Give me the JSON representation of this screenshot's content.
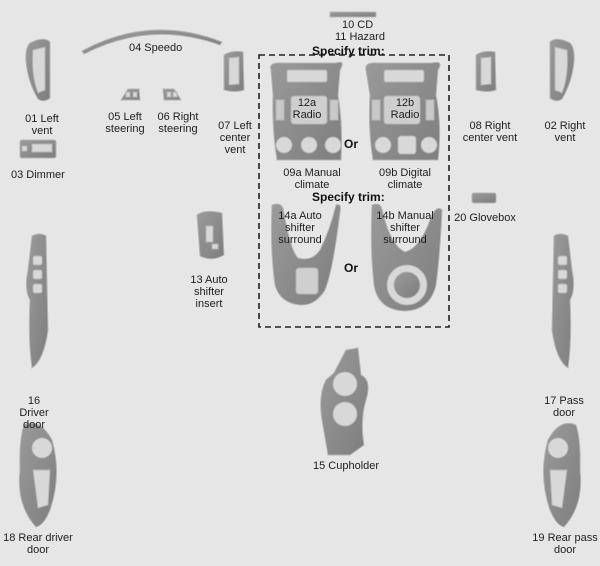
{
  "colors": {
    "background": "#e6e6e6",
    "part_fill": "#8e8e8e",
    "part_stroke": "#b9b9b9",
    "box_border": "#222222"
  },
  "parts": {
    "left_vent": "01 Left vent",
    "right_vent": "02 Right vent",
    "dimmer": "03 Dimmer",
    "speedo": "04 Speedo",
    "left_steering": "05 Left steering",
    "right_steering": "06 Right steering",
    "left_center_vent": "07 Left center vent",
    "right_center_vent": "08 Right center vent",
    "manual_climate": "09a Manual climate",
    "digital_climate": "09b Digital climate",
    "cd": "10 CD",
    "hazard": "11 Hazard",
    "radio_a": "12a Radio",
    "radio_b": "12b Radio",
    "auto_shifter_insert": "13 Auto shifter insert",
    "auto_shifter_surround": "14a Auto shifter surround",
    "manual_shifter_surround": "14b Manual shifter surround",
    "cupholder": "15 Cupholder",
    "driver_door": "16 Driver door",
    "pass_door": "17 Pass door",
    "rear_driver_door": "18 Rear driver door",
    "rear_pass_door": "19 Rear pass door",
    "glovebox": "20 Glovebox"
  },
  "trim_box": {
    "heading_top": "Specify trim:",
    "heading_bottom": "Specify trim:",
    "or_top": "Or",
    "or_bottom": "Or"
  }
}
